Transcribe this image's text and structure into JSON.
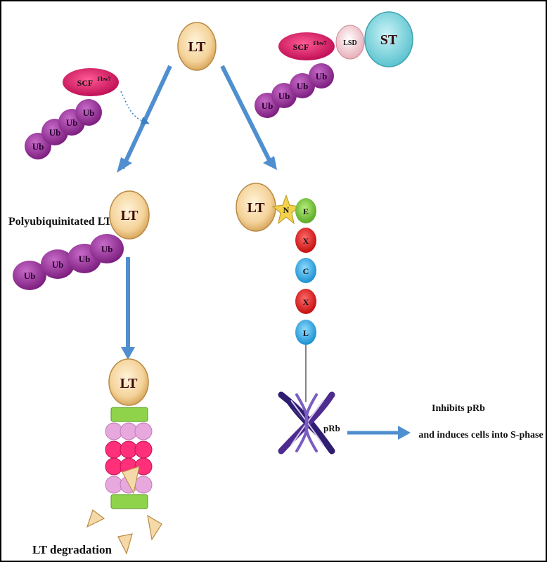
{
  "labels": {
    "lt": "LT",
    "st": "ST",
    "lsd": "LSD",
    "scf_main": "SCF",
    "scf_sup": "Fbw7",
    "ub": "Ub",
    "polyubiquitinated": "Polyubiquinitated LT",
    "lt_degradation": "LT degradation",
    "prb": "pRb",
    "inhibits_line1": "Inhibits pRb",
    "inhibits_line2": "and induces cells into S-phase"
  },
  "lxcxe_motif": [
    "N",
    "E",
    "X",
    "C",
    "X",
    "L"
  ],
  "colors": {
    "lt_fill": "#f6d9a8",
    "ub_fill": "#a53aa6",
    "scf_fill": "#e0226a",
    "lsd_fill": "#f7d1d8",
    "st_fill": "#8fd8e0",
    "arrow_blue": "#4f8fcf",
    "e_green": "#7ecb3f",
    "x_red": "#e11f1f",
    "c_l_blue": "#2aa8e6",
    "n_star": "#f2d24a",
    "prb_purple": "#2f1d72"
  }
}
